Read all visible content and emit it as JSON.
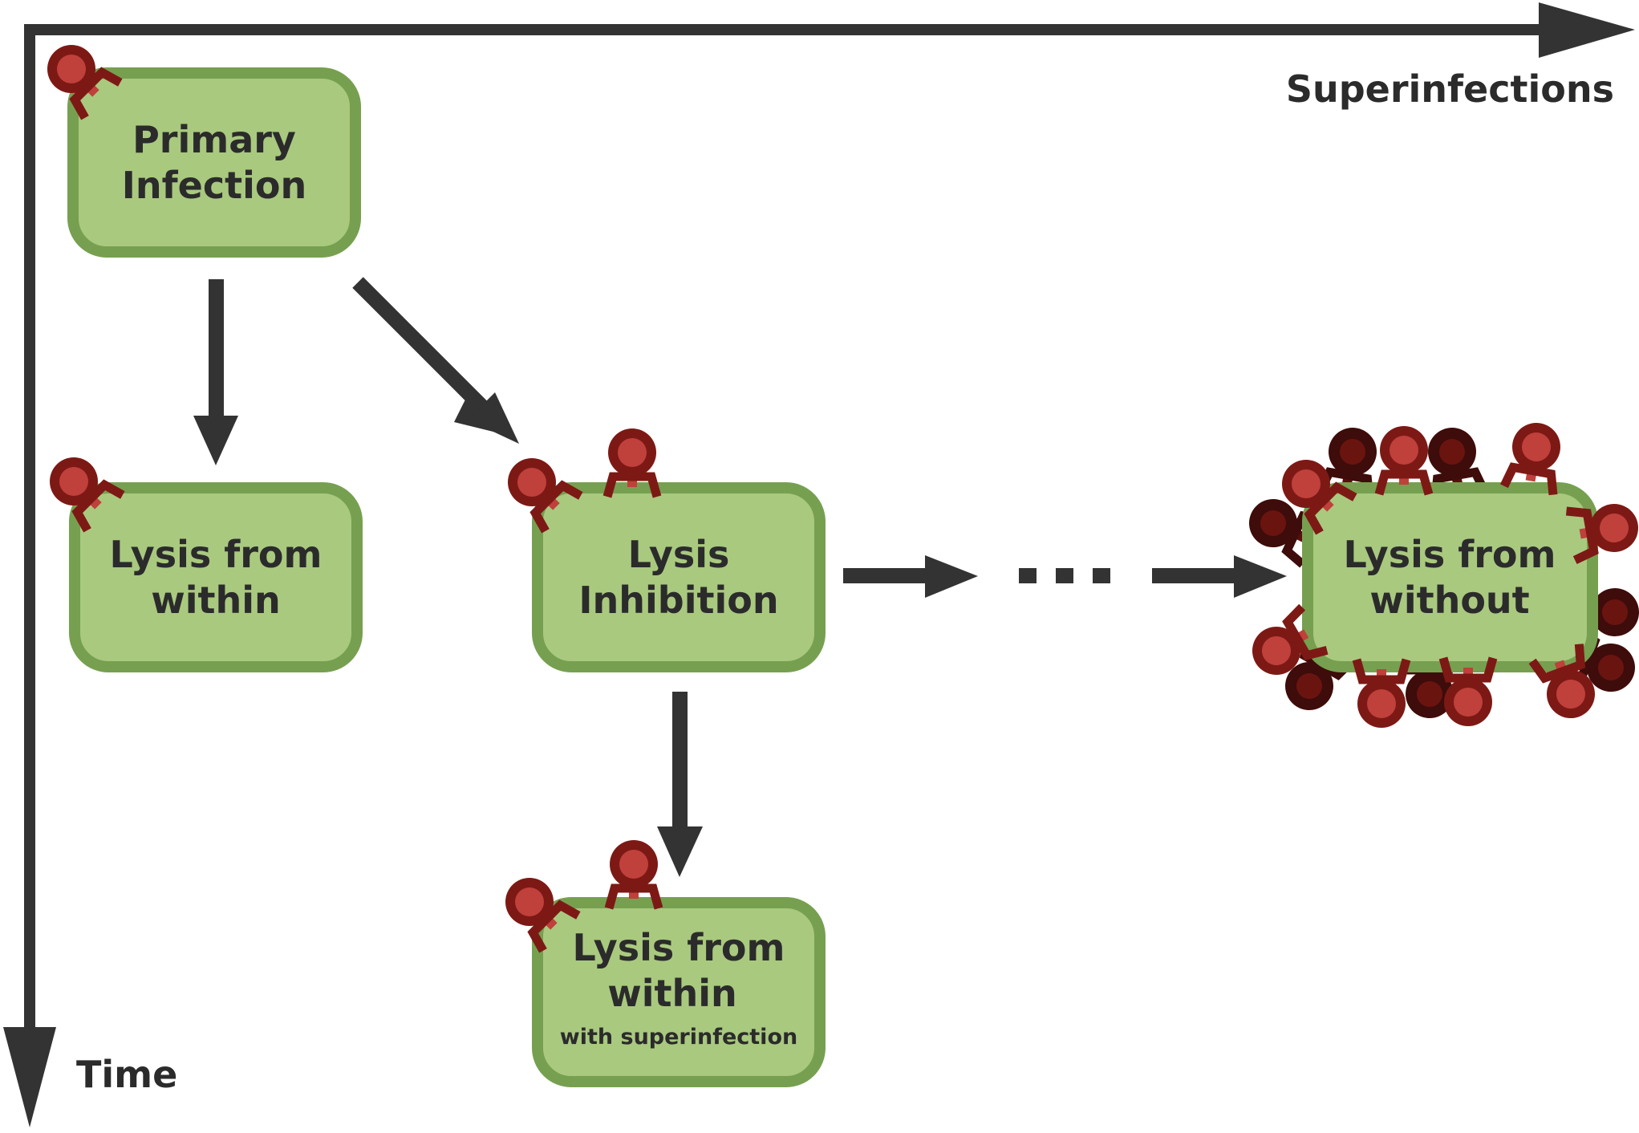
{
  "colors": {
    "box_fill": "#a9c97f",
    "box_stroke": "#76a050",
    "arrow": "#333333",
    "phage_light": "#c0403b",
    "phage_mid": "#7d1915",
    "phage_dark": "#3e0c0a",
    "text": "#2b2b2b"
  },
  "axes": {
    "x_label": "Superinfections",
    "y_label": "Time"
  },
  "nodes": {
    "primary": {
      "line1": "Primary",
      "line2": "Infection"
    },
    "lysis_within": {
      "line1": "Lysis from",
      "line2": "within"
    },
    "lysis_inhibition": {
      "line1": "Lysis",
      "line2": "Inhibition"
    },
    "lysis_within_super": {
      "line1": "Lysis from",
      "line2": "within",
      "line3": "with  superinfection"
    },
    "lysis_without": {
      "line1": "Lysis from",
      "line2": "without"
    }
  },
  "icons": {
    "phage": "bacteriophage-icon",
    "ellipsis": "ellipsis-dots"
  }
}
